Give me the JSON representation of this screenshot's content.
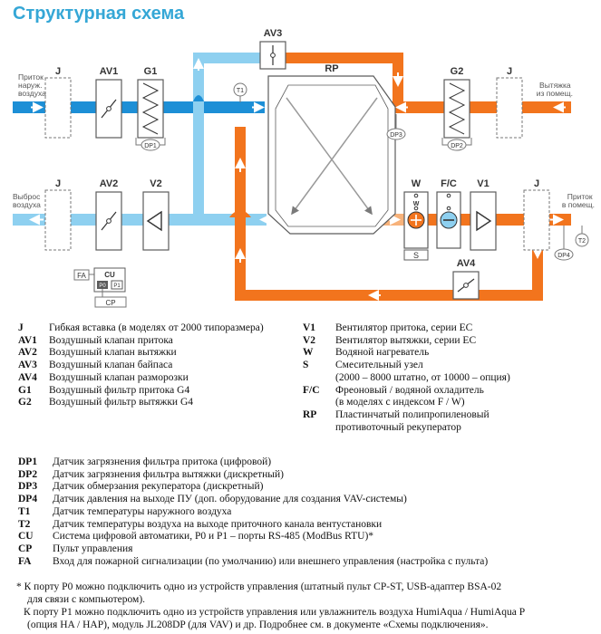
{
  "title": "Структурная схема",
  "colors": {
    "cold": "#8ed0f0",
    "cold_dark": "#1d8fd6",
    "warm": "#f2741d",
    "warm_light": "#f7b27a",
    "component_border": "#5c5c5c",
    "title": "#35a7d6"
  },
  "diagram": {
    "streams": {
      "outdoor_in": "Приток\nнаруж.\nвоздуха",
      "exhaust_out": "Выброс\nвоздуха",
      "extract_in": "Вытяжка\nиз помещ.",
      "supply_out": "Приток\nв помещ."
    },
    "components": {
      "J_tl": "J",
      "J_bl": "J",
      "J_tr": "J",
      "J_br": "J",
      "AV1": "AV1",
      "AV2": "AV2",
      "AV3": "AV3",
      "AV4": "AV4",
      "G1": "G1",
      "G2": "G2",
      "V2": "V2",
      "V1": "V1",
      "W": "W",
      "W_inner": "W",
      "FC": "F/C",
      "S": "S",
      "RP": "RP"
    },
    "sensors": {
      "T1": "T1",
      "T2": "T2",
      "DP1": "DP1",
      "DP2": "DP2",
      "DP3": "DP3",
      "DP4": "DP4"
    },
    "control_unit": {
      "FA": "FA",
      "CU": "CU",
      "P0": "P0",
      "P1": "P1",
      "CP": "CP"
    }
  },
  "legend_left": [
    {
      "code": "J",
      "text": "Гибкая вставка (в моделях от 2000 типоразмера)"
    },
    {
      "code": "AV1",
      "text": "Воздушный клапан притока"
    },
    {
      "code": "AV2",
      "text": "Воздушный клапан вытяжки"
    },
    {
      "code": "AV3",
      "text": "Воздушный клапан байпаса"
    },
    {
      "code": "AV4",
      "text": "Воздушный клапан разморозки"
    },
    {
      "code": "G1",
      "text": "Воздушный фильтр притока G4"
    },
    {
      "code": "G2",
      "text": "Воздушный фильтр вытяжки G4"
    }
  ],
  "legend_right": [
    {
      "code": "V1",
      "text": "Вентилятор притока, серии ЕС"
    },
    {
      "code": "V2",
      "text": "Вентилятор вытяжки, серии ЕС"
    },
    {
      "code": "W",
      "text": "Водяной нагреватель"
    },
    {
      "code": "S",
      "text": "Смесительный узел"
    },
    {
      "code": "",
      "text": "(2000 – 8000 штатно, от 10000 – опция)"
    },
    {
      "code": "F/C",
      "text": "Фреоновый / водяной охладитель"
    },
    {
      "code": "",
      "text": "(в моделях с индексом F / W)"
    },
    {
      "code": "RP",
      "text": "Пластинчатый полипропиленовый"
    },
    {
      "code": "",
      "text": "противоточный рекуператор"
    }
  ],
  "legend_sensors": [
    {
      "code": "DP1",
      "text": "Датчик загрязнения фильтра притока (цифровой)"
    },
    {
      "code": "DP2",
      "text": "Датчик загрязнения фильтра вытяжки (дискретный)"
    },
    {
      "code": "DP3",
      "text": "Датчик обмерзания рекуператора (дискретный)"
    },
    {
      "code": "DP4",
      "text": "Датчик давления на выходе ПУ (доп. оборудование для создания VAV-системы)"
    },
    {
      "code": "T1",
      "text": "Датчик температуры наружного воздуха"
    },
    {
      "code": "T2",
      "text": "Датчик температуры воздуха на выходе приточного канала вентустановки"
    },
    {
      "code": "CU",
      "text": "Система цифровой автоматики, P0 и P1 – порты RS-485 (ModBus RTU)*"
    },
    {
      "code": "CP",
      "text": "Пульт управления"
    },
    {
      "code": "FA",
      "text": "Вход для пожарной сигнализации (по умолчанию) или внешнего управления (настройка с пульта)"
    }
  ],
  "footnotes": [
    {
      "first": "* К порту P0 можно подключить одно из устройств управления (штатный пульт CP-ST, USB-адаптер BSA-02",
      "rest": "для связи с компьютером)."
    },
    {
      "first": "К порту P1 можно подключить одно из устройств управления или увлажнитель воздуха HumiAqua /  HumiAqua P",
      "rest": "(опция HA / HAP), модуль JL208DP (для VAV) и др. Подробнее см. в документе «Схемы подключения»."
    }
  ]
}
